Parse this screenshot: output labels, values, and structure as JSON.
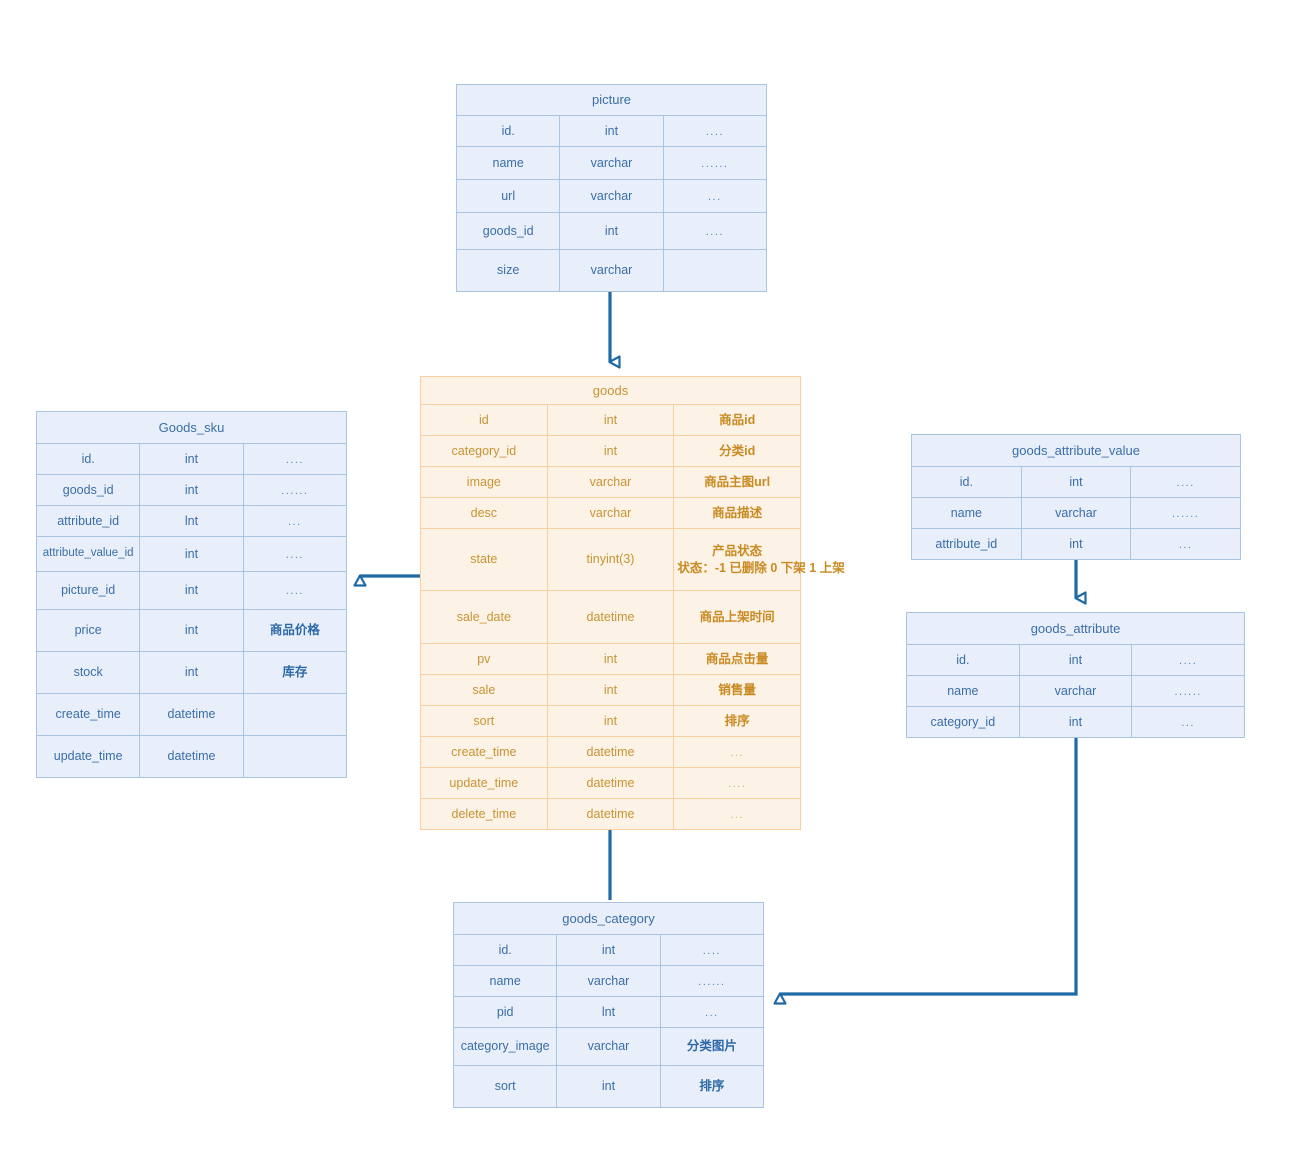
{
  "diagram": {
    "type": "er-diagram",
    "title": "",
    "colors": {
      "blue_border": "#a9c5e2",
      "blue_fill": "#e9effa",
      "blue_text": "#3a6ea8",
      "orange_border": "#f7cfa0",
      "orange_fill": "#fdf2e6",
      "orange_text": "#c79434",
      "connector": "#1f6aa5",
      "background": "#ffffff"
    }
  },
  "tables": {
    "picture": {
      "name": "picture",
      "theme": "blue",
      "rows": [
        {
          "field": "id.",
          "type": "int",
          "note": "...."
        },
        {
          "field": "name",
          "type": "varchar",
          "note": "......"
        },
        {
          "field": "url",
          "type": "varchar",
          "note": "..."
        },
        {
          "field": "goods_id",
          "type": "int",
          "note": "...."
        },
        {
          "field": "size",
          "type": "varchar",
          "note": ""
        }
      ]
    },
    "goods": {
      "name": "goods",
      "theme": "orange",
      "rows": [
        {
          "field": "id",
          "type": "int",
          "note": "商品id"
        },
        {
          "field": "category_id",
          "type": "int",
          "note": "分类id"
        },
        {
          "field": "image",
          "type": "varchar",
          "note": "商品主图url"
        },
        {
          "field": "desc",
          "type": "varchar",
          "note": "商品描述"
        },
        {
          "field": "state",
          "type": "tinyint(3)",
          "note": "产品状态\n状态：-1 已删除 0 下架 1 上架"
        },
        {
          "field": "sale_date",
          "type": "datetime",
          "note": "商品上架时间"
        },
        {
          "field": "pv",
          "type": "int",
          "note": "商品点击量"
        },
        {
          "field": "sale",
          "type": "int",
          "note": "销售量"
        },
        {
          "field": "sort",
          "type": "int",
          "note": "排序"
        },
        {
          "field": "create_time",
          "type": "datetime",
          "note": "..."
        },
        {
          "field": "update_time",
          "type": "datetime",
          "note": "...."
        },
        {
          "field": "delete_time",
          "type": "datetime",
          "note": "..."
        }
      ]
    },
    "goods_sku": {
      "name": "Goods_sku",
      "theme": "blue",
      "rows": [
        {
          "field": "id.",
          "type": "int",
          "note": "...."
        },
        {
          "field": "goods_id",
          "type": "int",
          "note": "......"
        },
        {
          "field": "attribute_id",
          "type": "lnt",
          "note": "..."
        },
        {
          "field": "attribute_value_id",
          "type": "int",
          "note": "...."
        },
        {
          "field": "picture_id",
          "type": "int",
          "note": "...."
        },
        {
          "field": "price",
          "type": "int",
          "note": "商品价格"
        },
        {
          "field": "stock",
          "type": "int",
          "note": "库存"
        },
        {
          "field": "create_time",
          "type": "datetime",
          "note": ""
        },
        {
          "field": "update_time",
          "type": "datetime",
          "note": ""
        }
      ]
    },
    "goods_attribute_value": {
      "name": "goods_attribute_value",
      "theme": "blue",
      "rows": [
        {
          "field": "id.",
          "type": "int",
          "note": "...."
        },
        {
          "field": "name",
          "type": "varchar",
          "note": "......"
        },
        {
          "field": "attribute_id",
          "type": "int",
          "note": "..."
        }
      ]
    },
    "goods_attribute": {
      "name": "goods_attribute",
      "theme": "blue",
      "rows": [
        {
          "field": "id.",
          "type": "int",
          "note": "...."
        },
        {
          "field": "name",
          "type": "varchar",
          "note": "......"
        },
        {
          "field": "category_id",
          "type": "int",
          "note": "..."
        }
      ]
    },
    "goods_category": {
      "name": "goods_category",
      "theme": "blue",
      "rows": [
        {
          "field": "id.",
          "type": "int",
          "note": "...."
        },
        {
          "field": "name",
          "type": "varchar",
          "note": "......"
        },
        {
          "field": "pid",
          "type": "lnt",
          "note": "..."
        },
        {
          "field": "category_image",
          "type": "varchar",
          "note": "分类图片"
        },
        {
          "field": "sort",
          "type": "int",
          "note": "排序"
        }
      ]
    }
  },
  "relations": [
    {
      "from": "picture",
      "to": "goods",
      "direction": "down"
    },
    {
      "from": "goods",
      "to": "goods_sku",
      "direction": "left"
    },
    {
      "from": "goods_category",
      "to": "goods",
      "direction": "up"
    },
    {
      "from": "goods_attribute_value",
      "to": "goods_attribute",
      "direction": "down"
    },
    {
      "from": "goods_attribute",
      "to": "goods_category",
      "direction": "down-left"
    }
  ]
}
